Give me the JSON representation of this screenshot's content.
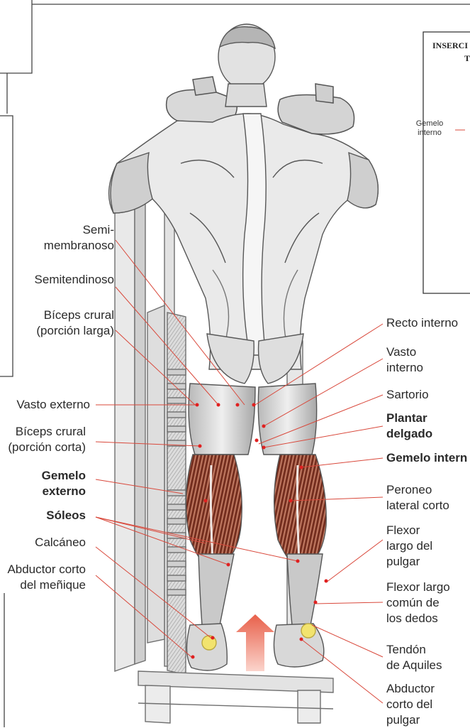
{
  "inset_box": {
    "title_line1": "INSERCI",
    "title_line2": "T",
    "label_line1": "Gemelo",
    "label_line2": "interno"
  },
  "labels_left": {
    "semimembranoso_1": "Semi-",
    "semimembranoso_2": "membranoso",
    "semitendinoso": "Semitendinoso",
    "biceps_larga_1": "Bíceps crural",
    "biceps_larga_2": "(porción larga)",
    "vasto_externo": "Vasto externo",
    "biceps_corta_1": "Bíceps crural",
    "biceps_corta_2": "(porción corta)",
    "gemelo_externo_1": "Gemelo",
    "gemelo_externo_2": "externo",
    "soleos": "Sóleos",
    "calcaneo": "Calcáneo",
    "abductor_menique_1": "Abductor corto",
    "abductor_menique_2": "del meñique"
  },
  "labels_right": {
    "recto_interno": "Recto interno",
    "vasto_interno_1": "Vasto",
    "vasto_interno_2": "interno",
    "sartorio": "Sartorio",
    "plantar_1": "Plantar",
    "plantar_2": "delgado",
    "gemelo_interno": "Gemelo intern",
    "peroneo_1": "Peroneo",
    "peroneo_2": "lateral corto",
    "flexor_pulgar_1": "Flexor",
    "flexor_pulgar_2": "largo del",
    "flexor_pulgar_3": "pulgar",
    "flexor_comun_1": "Flexor largo",
    "flexor_comun_2": "común de",
    "flexor_comun_3": "los dedos",
    "tendon_1": "Tendón",
    "tendon_2": "de Aquiles",
    "abductor_pulgar_1": "Abductor",
    "abductor_pulgar_2": "corto del",
    "abductor_pulgar_3": "pulgar"
  },
  "colors": {
    "leader_line": "#d9483b",
    "muscle": "#8a3a2a",
    "arrow": "#e8735f",
    "sketch": "#6a6a6a"
  }
}
